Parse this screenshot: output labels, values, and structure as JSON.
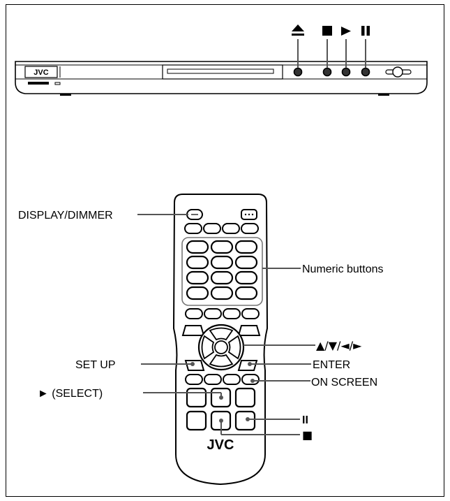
{
  "player": {
    "brand": "JVC",
    "eject_symbol": "⏏",
    "stop_symbol": "■",
    "play_symbol": "►",
    "pause_symbol": "II"
  },
  "remote": {
    "brand": "JVC"
  },
  "labels": {
    "display_dimmer": "DISPLAY/DIMMER",
    "numeric_buttons": "Numeric buttons",
    "arrows": "▲/▼/◄/►",
    "set_up": "SET UP",
    "enter": "ENTER",
    "select": "► (SELECT)",
    "on_screen": "ON SCREEN",
    "pause": "II",
    "stop": "■"
  },
  "colors": {
    "line": "#000000",
    "fill": "#ffffff",
    "leader": "#555555"
  }
}
